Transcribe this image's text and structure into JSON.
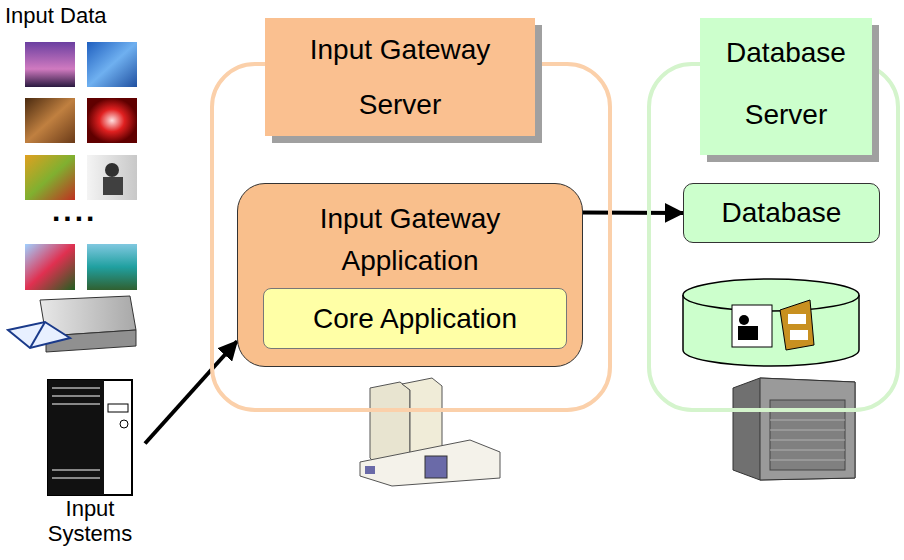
{
  "diagram": {
    "nodes": [
      {
        "text": [
          "Input Gateway Server"
        ]
      },
      {
        "text": [
          "Input Gateway Application"
        ],
        "in": 0
      },
      {
        "text": [
          "Core Application"
        ],
        "in": 1
      },
      {
        "text": [
          "Database Server"
        ]
      },
      {
        "text": [
          "Database"
        ],
        "in": 3
      },
      {
        "text": [
          "Input Systems"
        ]
      }
    ],
    "edges": [
      {
        "from": 5,
        "to": 1,
        "arrow": "to"
      },
      {
        "from": 1,
        "to": 4,
        "arrow": "to"
      }
    ],
    "labels": [
      "Input Data",
      "...."
    ]
  }
}
